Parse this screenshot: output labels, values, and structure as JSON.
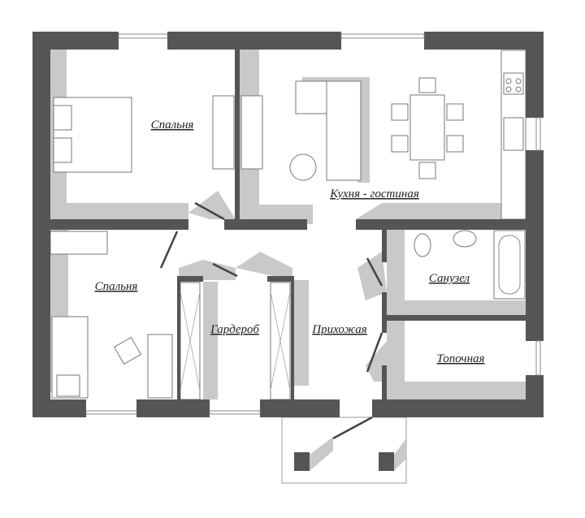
{
  "plan": {
    "colors": {
      "wall": "#555555",
      "shadow": "#c9c9c9",
      "floor": "#ffffff"
    },
    "rooms": {
      "bedroom_1": "Спальня",
      "kitchen_living": "Кухня - гостиная",
      "bedroom_2": "Спальня",
      "wardrobe": "Гардероб",
      "hallway": "Прихожая",
      "bathroom": "Санузел",
      "boiler_room": "Топочная"
    }
  }
}
